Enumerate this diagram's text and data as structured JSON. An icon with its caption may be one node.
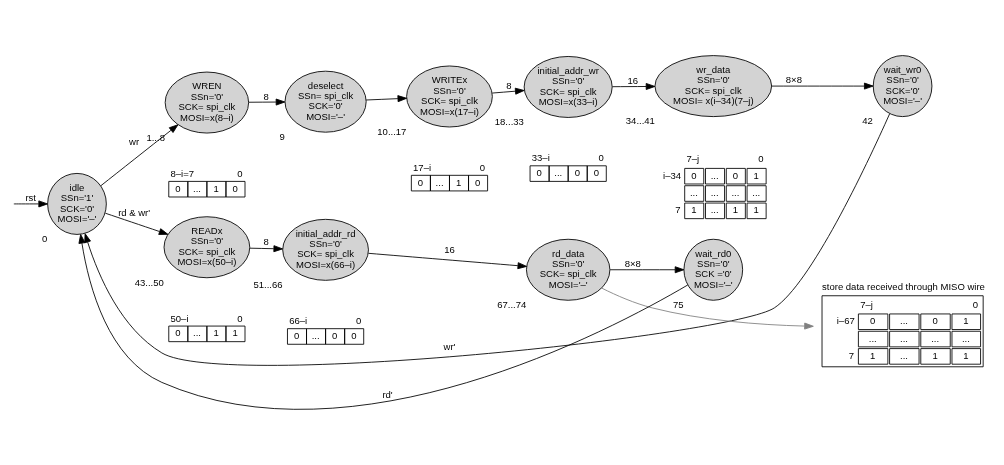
{
  "diagram": {
    "nodes": [
      {
        "text": [
          "idle",
          "SSn='1'",
          "SCK='0'",
          "MOSI='–'"
        ],
        "beside": [
          "0"
        ]
      },
      {
        "text": [
          "WREN",
          "SSn='0'",
          "SCK= spi_clk",
          "MOSI=x(8–i)"
        ],
        "beside": [
          "1...8"
        ]
      },
      {
        "text": [
          "deselect",
          "SSn= spi_clk",
          "SCK='0'",
          "MOSI='–'"
        ],
        "beside": [
          "9"
        ]
      },
      {
        "text": [
          "WRITEx",
          "SSn='0'",
          "SCK= spi_clk",
          "MOSI=x(17–i)"
        ],
        "beside": [
          "10...17"
        ]
      },
      {
        "text": [
          "initial_addr_wr",
          "SSn='0'",
          "SCK= spi_clk",
          "MOSI=x(33–i)"
        ],
        "beside": [
          "18...33"
        ]
      },
      {
        "text": [
          "wr_data",
          "SSn='0'",
          "SCK= spi_clk",
          "MOSI= x(i–34)(7–j)"
        ],
        "beside": [
          "34...41"
        ]
      },
      {
        "text": [
          "wait_wr0",
          "SSn='0'",
          "SCK='0'",
          "MOSI='–'"
        ],
        "beside": [
          "42"
        ]
      },
      {
        "text": [
          "READx",
          "SSn='0'",
          "SCK= spi_clk",
          "MOSI=x(50–i)"
        ],
        "beside": [
          "43...50"
        ]
      },
      {
        "text": [
          "initial_addr_rd",
          "SSn='0'",
          "SCK= spi_clk",
          "MOSI=x(66–i)"
        ],
        "beside": [
          "51...66"
        ]
      },
      {
        "text": [
          "rd_data",
          "SSn='0'",
          "SCK= spi_clk",
          "MOSI='–'"
        ],
        "beside": [
          "67...74"
        ]
      },
      {
        "text": [
          "wait_rd0",
          "SSn='0'",
          "SCK ='0'",
          "MOSI='–'"
        ],
        "beside": [
          "75"
        ]
      },
      {
        "text": [
          "store data received through MISO wire",
          "7–j",
          "0",
          "i–67",
          "0",
          "...",
          "0",
          "1",
          "...",
          "...",
          "...",
          "...",
          "7",
          "1",
          "...",
          "1",
          "1"
        ]
      }
    ],
    "edges": [
      {
        "from": 0,
        "to": 1,
        "arrow": "to",
        "label": "wr"
      },
      {
        "from": 1,
        "to": 2,
        "arrow": "to",
        "label": "8"
      },
      {
        "from": 2,
        "to": 3,
        "arrow": "to"
      },
      {
        "from": 3,
        "to": 4,
        "arrow": "to",
        "label": "8"
      },
      {
        "from": 4,
        "to": 5,
        "arrow": "to",
        "label": "16"
      },
      {
        "from": 5,
        "to": 6,
        "arrow": "to",
        "label": "8×8"
      },
      {
        "from": 6,
        "to": 0,
        "arrow": "to",
        "label": "wr'"
      },
      {
        "from": 0,
        "to": 7,
        "arrow": "to",
        "label": "rd & wr'"
      },
      {
        "from": 7,
        "to": 8,
        "arrow": "to",
        "label": "8"
      },
      {
        "from": 8,
        "to": 9,
        "arrow": "to",
        "label": "16"
      },
      {
        "from": 9,
        "to": 10,
        "arrow": "to",
        "label": "8×8"
      },
      {
        "from": 10,
        "to": 0,
        "arrow": "to",
        "label": "rd'"
      },
      {
        "from": null,
        "to": 0,
        "arrow": "to",
        "label": "rst"
      },
      {
        "from": 9,
        "to": 11,
        "arrow": "to",
        "color": "#808080"
      }
    ],
    "labels": [
      "8–i=7",
      "0",
      "0",
      "...",
      "1",
      "0",
      "17–i",
      "0",
      "0",
      "...",
      "1",
      "0",
      "33–i",
      "0",
      "0",
      "...",
      "0",
      "0",
      "7–j",
      "0",
      "i–34",
      "0",
      "...",
      "0",
      "1",
      "...",
      "...",
      "...",
      "...",
      "7",
      "1",
      "...",
      "1",
      "1",
      "50–i",
      "0",
      "0",
      "...",
      "1",
      "1",
      "66–i",
      "0",
      "0",
      "...",
      "0",
      "0"
    ]
  }
}
